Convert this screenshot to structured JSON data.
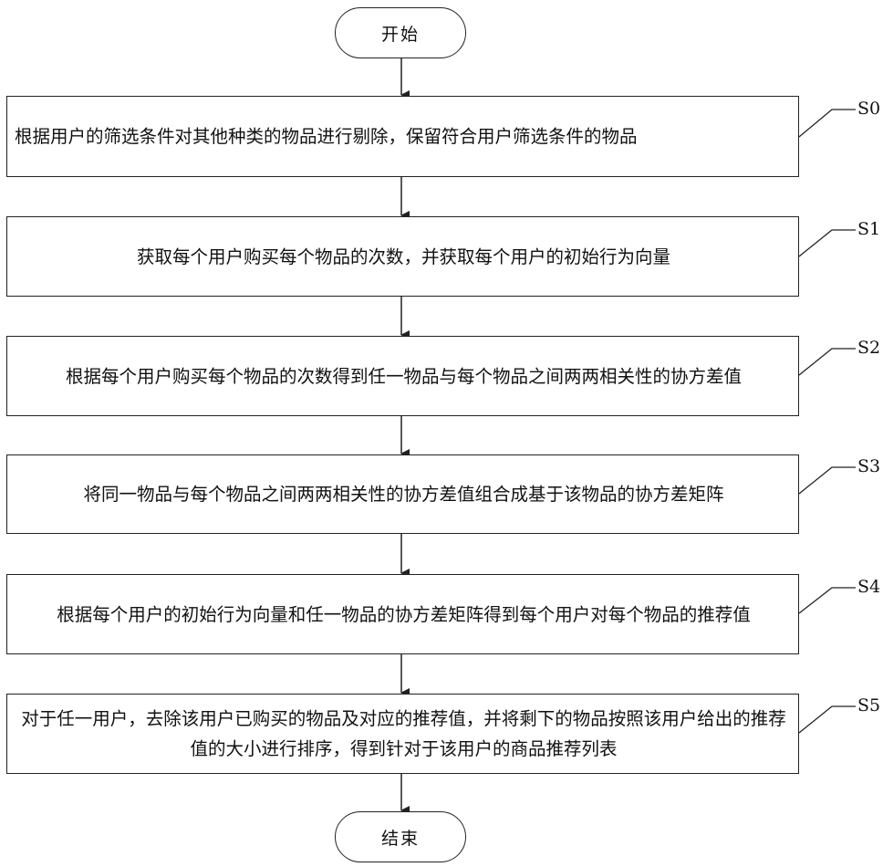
{
  "start_label": "开始",
  "end_label": "结束",
  "steps": [
    {
      "id": "S0",
      "text": "根据用户的筛选条件对其他种类的物品进行剔除，保留符合用户筛选条件的物品"
    },
    {
      "id": "S1",
      "text": "获取每个用户购买每个物品的次数，并获取每个用户的初始行为向量"
    },
    {
      "id": "S2",
      "text": "根据每个用户购买每个物品的次数得到任一物品与每个物品之间两两相关性的协方差值"
    },
    {
      "id": "S3",
      "text": "将同一物品与每个物品之间两两相关性的协方差值组合成基于该物品的协方差矩阵"
    },
    {
      "id": "S4",
      "text": "根据每个用户的初始行为向量和任一物品的协方差矩阵得到每个用户对每个物品的推荐值"
    },
    {
      "id": "S5",
      "text": "对于任一用户，去除该用户已购买的物品及对应的推荐值，并将剩下的物品按照该用户给出的推荐值的大小进行排序，得到针对于该用户的商品推荐列表"
    }
  ]
}
